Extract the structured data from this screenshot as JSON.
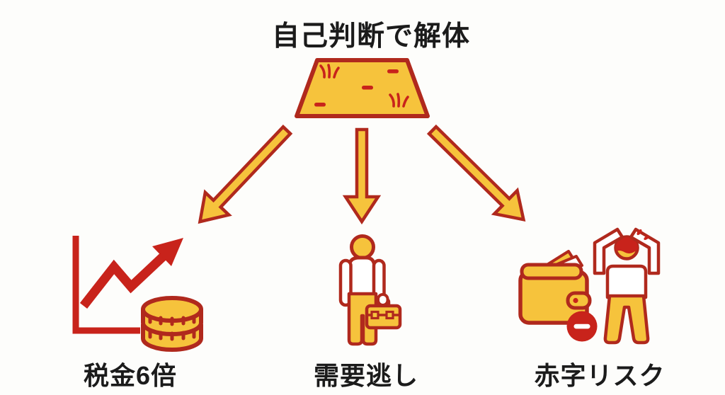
{
  "title": "自己判断で解体",
  "colors": {
    "yellow": "#F6C33C",
    "red": "#B0291D",
    "red_bright": "#C8231B",
    "text": "#1b1b1b",
    "bg": "#FDFDFB"
  },
  "source": {
    "icon": "vacant-land-icon",
    "description_icon_elements": [
      "grass-tuft",
      "soil-dash"
    ]
  },
  "arrows": [
    {
      "direction": "down-left"
    },
    {
      "direction": "down"
    },
    {
      "direction": "down-right"
    }
  ],
  "outcomes": [
    {
      "id": "tax",
      "label": "税金6倍",
      "icon": "rising-chart-coins-icon"
    },
    {
      "id": "demand",
      "label": "需要逃し",
      "icon": "buyer-with-briefcase-icon"
    },
    {
      "id": "deficit",
      "label": "赤字リスク",
      "icon": "wallet-minus-distressed-person-icon"
    }
  ]
}
